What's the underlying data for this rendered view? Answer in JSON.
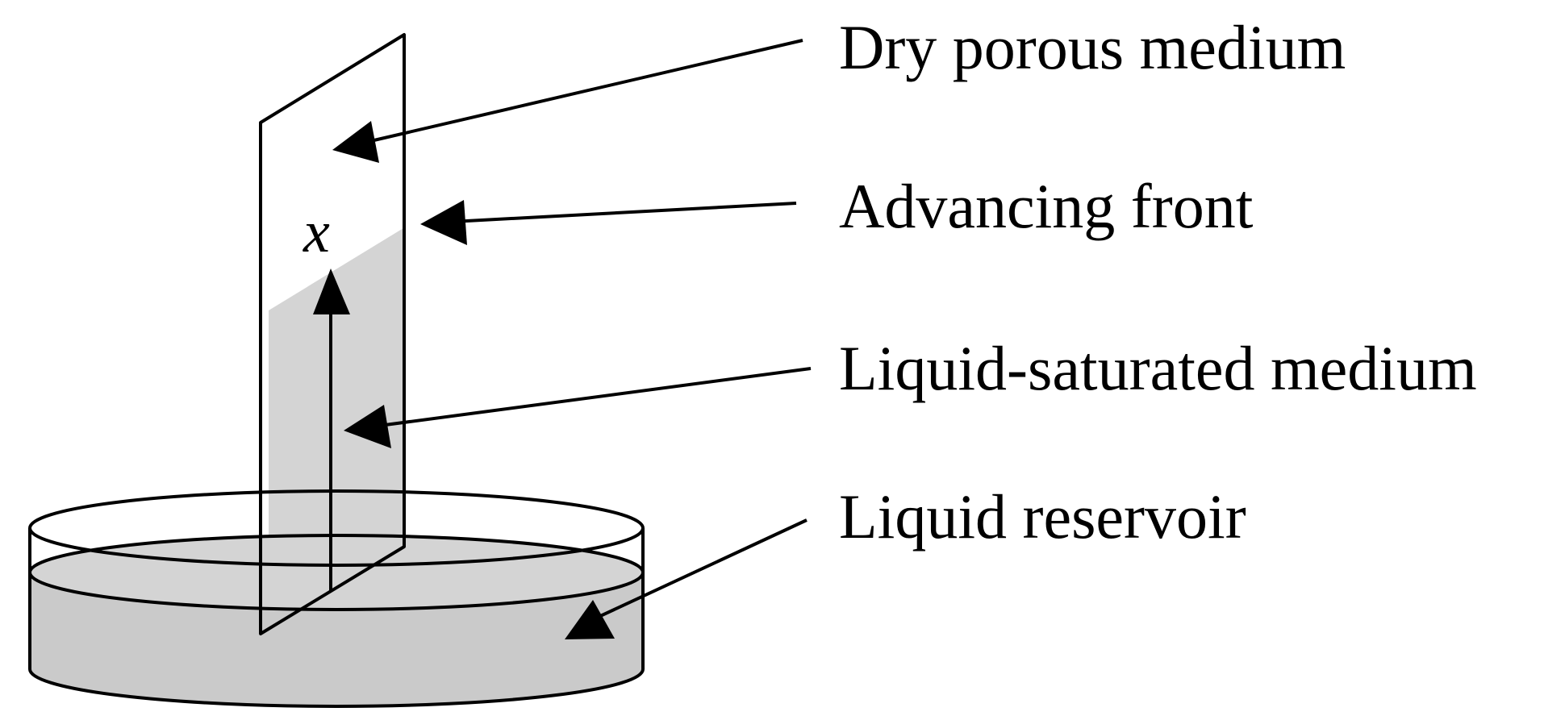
{
  "labels": {
    "dry": "Dry porous medium",
    "front": "Advancing front",
    "saturated": "Liquid-saturated medium",
    "reservoir": "Liquid reservoir"
  },
  "axis": {
    "variable": "x"
  },
  "colors": {
    "liquid": "#d4d4d4",
    "reservoir_side": "#cacaca",
    "stroke": "#000000",
    "background": "#ffffff"
  }
}
